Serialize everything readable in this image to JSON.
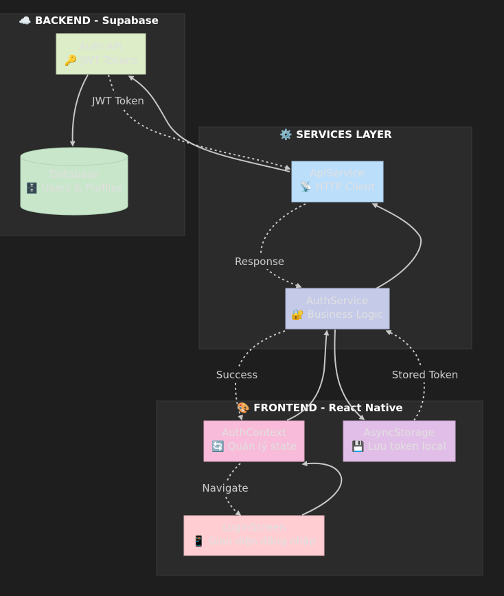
{
  "clusters": {
    "backend": {
      "title": "☁️ BACKEND - Supabase"
    },
    "services": {
      "title": "⚙️ SERVICES LAYER"
    },
    "frontend": {
      "title": "🎨 FRONTEND - React Native"
    }
  },
  "nodes": {
    "auth_api": {
      "line1": "Auth API",
      "line2": "🔑 JWT Tokens",
      "fill": "#dcedc8"
    },
    "database": {
      "line1": "Database",
      "line2": "🗄️ Users & Profiles",
      "fill": "#c8e6c9"
    },
    "api_service": {
      "line1": "ApiService",
      "line2": "📡 HTTP Client",
      "fill": "#bbdefb"
    },
    "auth_service": {
      "line1": "AuthService",
      "line2": "🔐 Business Logic",
      "fill": "#c5cae9"
    },
    "auth_context": {
      "line1": "AuthContext",
      "line2": "🔄 Quản lý state",
      "fill": "#f8bbd9"
    },
    "async_storage": {
      "line1": "AsyncStorage",
      "line2": "💾 Lưu token local",
      "fill": "#e1bee7"
    },
    "login_screen": {
      "line1": "LoginScreen",
      "line2": "📱 Giao diện đăng nhập",
      "fill": "#ffcdd2"
    }
  },
  "edge_labels": {
    "jwt_token": "JWT Token",
    "response": "Response",
    "success": "Success",
    "stored_token": "Stored Token",
    "navigate": "Navigate"
  },
  "colors": {
    "background": "#1e1e1e",
    "cluster_fill": "#2b2b2b",
    "cluster_stroke": "#3a3a3a",
    "edge": "#c8c8c8",
    "edge_label_bg": "#2b2b2b"
  }
}
